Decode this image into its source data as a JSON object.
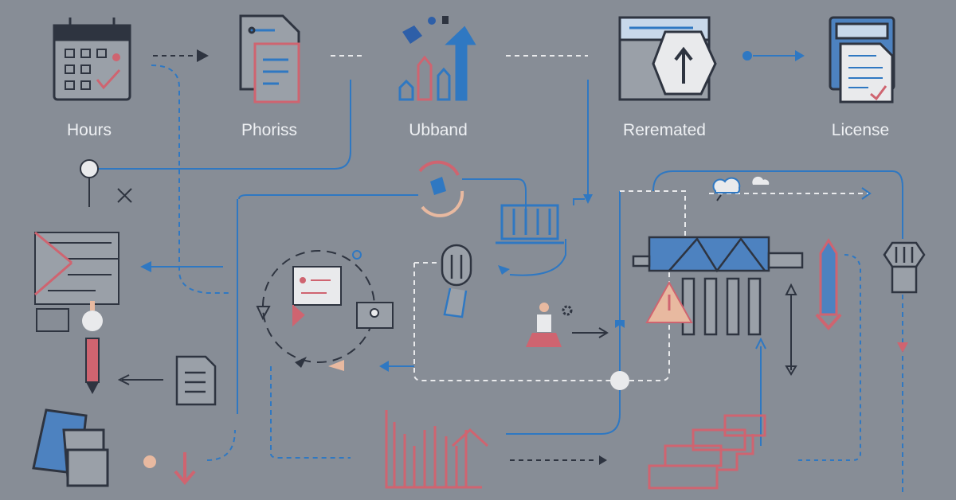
{
  "labels": {
    "hours": "Hours",
    "phoriss": "Phoriss",
    "ubband": "Ubband",
    "reremated": "Reremated",
    "license": "License"
  },
  "colors": {
    "background": "#878d96",
    "blue": "#2f78c2",
    "dark": "#2e3440",
    "pink": "#cf6470",
    "light": "#e9eaec",
    "peach": "#e8b9a0"
  },
  "icons": [
    "calendar-icon",
    "document-icon",
    "bar-chart-up-icon",
    "window-upload-icon",
    "license-document-icon",
    "form-icon",
    "chat-bubble-icon",
    "profile-card-icon",
    "microphone-icon",
    "person-icon",
    "gear-icon",
    "bar-chart-icon",
    "pencil-icon",
    "shopping-basket-icon",
    "warning-icon",
    "puzzle-icon",
    "cloud-icon",
    "down-arrow-icon"
  ]
}
